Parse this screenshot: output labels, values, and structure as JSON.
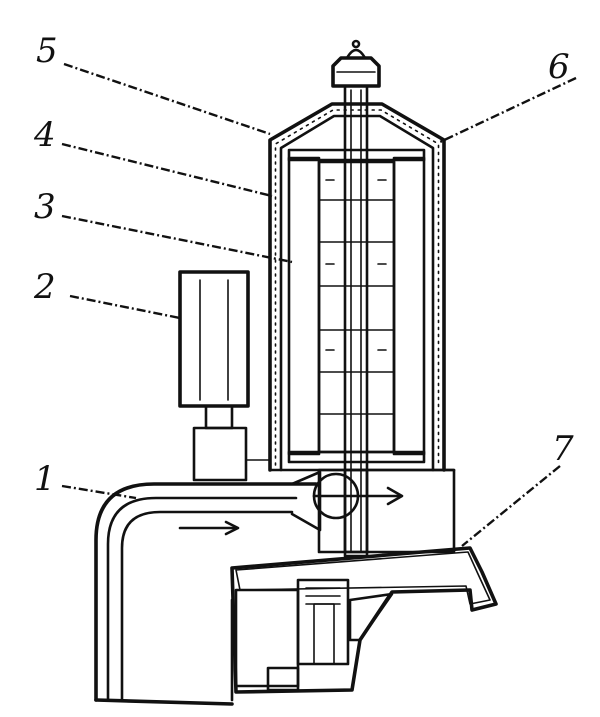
{
  "diagram": {
    "callouts": [
      {
        "id": "1",
        "text": "1"
      },
      {
        "id": "2",
        "text": "2"
      },
      {
        "id": "3",
        "text": "3"
      },
      {
        "id": "4",
        "text": "4"
      },
      {
        "id": "5",
        "text": "5"
      },
      {
        "id": "6",
        "text": "6"
      },
      {
        "id": "7",
        "text": "7"
      }
    ]
  }
}
